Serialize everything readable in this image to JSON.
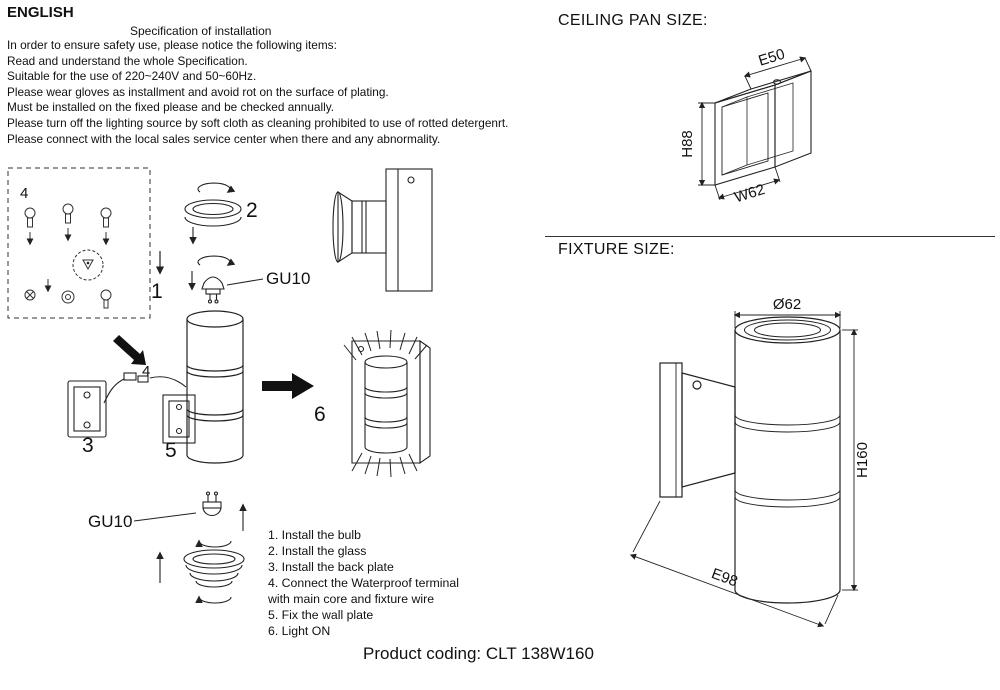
{
  "page": {
    "language_label": "ENGLISH",
    "spec_title": "Specification of installation",
    "safety_notes": [
      "In order to ensure safety use, please notice the following items:",
      "Read and understand the whole Specification.",
      "Suitable for the use of 220~240V and 50~60Hz.",
      "Please wear gloves as installment and avoid rot on the surface of plating.",
      "Must be installed on the fixed please and be checked annually.",
      "Please turn off the lighting source by soft cloth as cleaning prohibited to use of rotted detergenrt.",
      "Please connect with the local sales service center when there and any abnormality."
    ]
  },
  "installation": {
    "labels": {
      "hardware_pack": "4",
      "bulb_step": "1",
      "glass": "2",
      "gu10_top": "GU10",
      "terminal": "4",
      "back_plate": "3",
      "wall_plate": "5",
      "light_on": "6",
      "gu10_bottom": "GU10"
    },
    "steps": [
      "1. Install the bulb",
      "2. Install the glass",
      "3. Install the back plate",
      "4. Connect the Waterproof terminal",
      "with main core and fixture wire",
      "5. Fix the wall plate",
      "6. Light ON"
    ]
  },
  "ceiling_pan": {
    "title": "CEILING PAN SIZE:",
    "dim_depth": "E50",
    "dim_height": "H88",
    "dim_width": "W62"
  },
  "fixture_size": {
    "title": "FIXTURE SIZE:",
    "dim_diameter": "Ø62",
    "dim_height": "H160",
    "dim_extension": "E98"
  },
  "footer": {
    "product_coding": "Product coding: CLT 138W160"
  }
}
